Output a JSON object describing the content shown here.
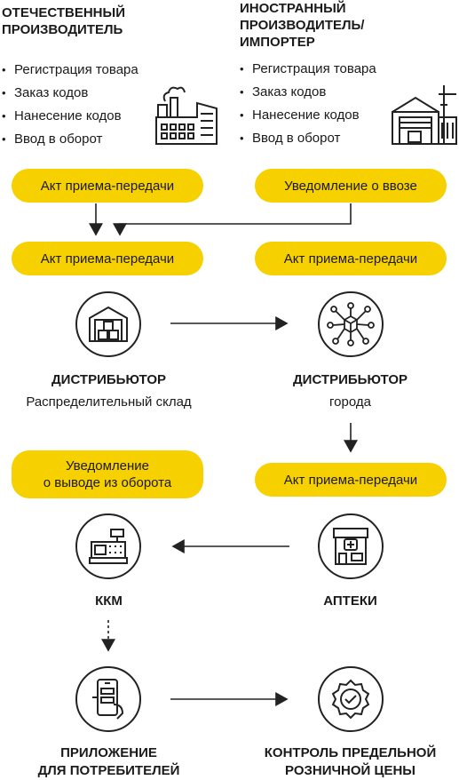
{
  "domestic": {
    "title_line1": "ОТЕЧЕСТВЕННЫЙ",
    "title_line2": "ПРОИЗВОДИТЕЛЬ",
    "items": [
      "Регистрация товара",
      "Заказ кодов",
      "Нанесение кодов",
      "Ввод в оборот"
    ],
    "icon": "factory-icon"
  },
  "foreign": {
    "title_line1": "ИНОСТРАННЫЙ",
    "title_line2": "ПРОИЗВОДИТЕЛЬ/",
    "title_line3": "ИМПОРТЕР",
    "items": [
      "Регистрация товара",
      "Заказ кодов",
      "Нанесение кодов",
      "Ввод в оборот"
    ],
    "icon": "warehouse-crane-icon"
  },
  "pills": {
    "act1": "Акт приема-передачи",
    "import_notice": "Уведомление о ввозе",
    "act2": "Акт приема-передачи",
    "act3": "Акт приема-передачи",
    "withdraw_line1": "Уведомление",
    "withdraw_line2": "о выводе из оборота",
    "act4": "Акт приема-передачи"
  },
  "nodes": {
    "distributor_warehouse": {
      "title": "ДИСТРИБЬЮТОР",
      "subtitle": "Распределительный склад",
      "icon": "warehouse-boxes-icon"
    },
    "distributor_city": {
      "title": "ДИСТРИБЬЮТОР",
      "subtitle": "города",
      "icon": "distribution-network-icon"
    },
    "kkm": {
      "title": "ККМ",
      "icon": "cash-register-icon"
    },
    "pharmacies": {
      "title": "АПТЕКИ",
      "icon": "pharmacy-icon"
    },
    "app": {
      "title_line1": "ПРИЛОЖЕНИЕ",
      "title_line2": "ДЛЯ ПОТРЕБИТЕЛЕЙ",
      "icon": "phone-scan-icon"
    },
    "price_control": {
      "title_line1": "КОНТРОЛЬ ПРЕДЕЛЬНОЙ",
      "title_line2": "РОЗНИЧНОЙ ЦЕНЫ",
      "icon": "check-badge-icon"
    }
  },
  "colors": {
    "accent": "#f7d000",
    "line": "#222222"
  }
}
